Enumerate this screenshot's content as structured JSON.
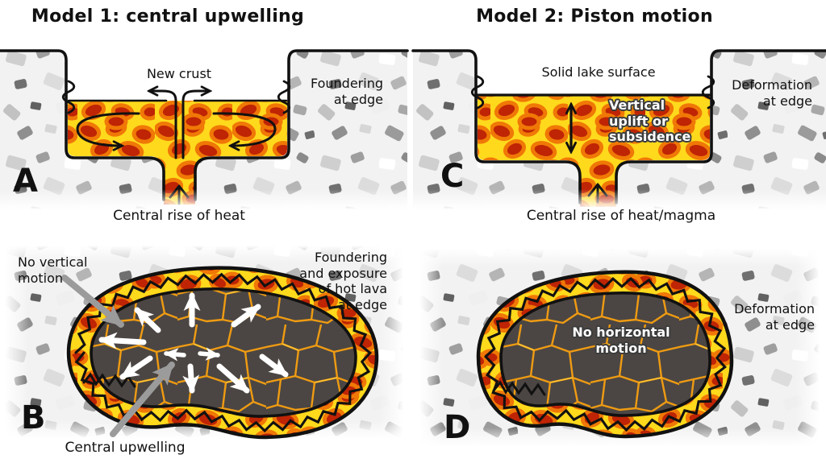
{
  "titles": {
    "model1": "Model 1: central upwelling",
    "model2": "Model 2: Piston motion"
  },
  "panels": {
    "a": {
      "letter": "A",
      "caption": "Central rise of heat",
      "labels": {
        "new_crust": "New crust",
        "foundering": "Foundering\nat edge"
      }
    },
    "b": {
      "letter": "B",
      "caption": "Central upwelling",
      "labels": {
        "no_vertical": "No vertical\nmotion",
        "foundering_exposure": "Foundering\nand exposure\nof hot lava\nat edge"
      }
    },
    "c": {
      "letter": "C",
      "caption": "Central rise of heat/magma",
      "labels": {
        "solid_surface": "Solid lake surface",
        "vertical_uplift": "Vertical\nuplift or\nsubsidence",
        "deformation": "Deformation\nat edge"
      }
    },
    "d": {
      "letter": "D",
      "labels": {
        "no_horizontal": "No horizontal\nmotion",
        "deformation": "Deformation\nat edge"
      }
    }
  },
  "colors": {
    "lava_yellow": "#ffd91c",
    "lava_red": "#bf2404",
    "lava_orange": "#f07806",
    "crust_dark": "#4b4643",
    "crack_orange": "#ef9b12",
    "rock_light": "#f2f2f2",
    "arrow_white": "#ffffff",
    "arrow_gray": "#9b9b9b",
    "ink": "#111111"
  }
}
